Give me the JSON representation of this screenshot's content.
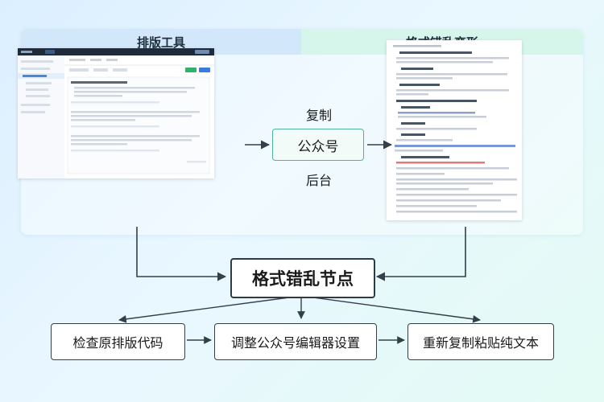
{
  "panel": {
    "left_title": "排版工具",
    "right_title": "格式错乱变形"
  },
  "center": {
    "top_label": "复制",
    "box_label": "公众号",
    "bottom_label": "后台"
  },
  "main_node": "格式错乱节点",
  "steps": [
    "检查原排版代码",
    "调整公众号编辑器设置",
    "重新复制粘贴纯文本"
  ],
  "colors": {
    "left_header": "#d3e7fa",
    "right_header": "#d6f6ec",
    "center_box_border": "#4fb39a",
    "line": "#33404a"
  }
}
